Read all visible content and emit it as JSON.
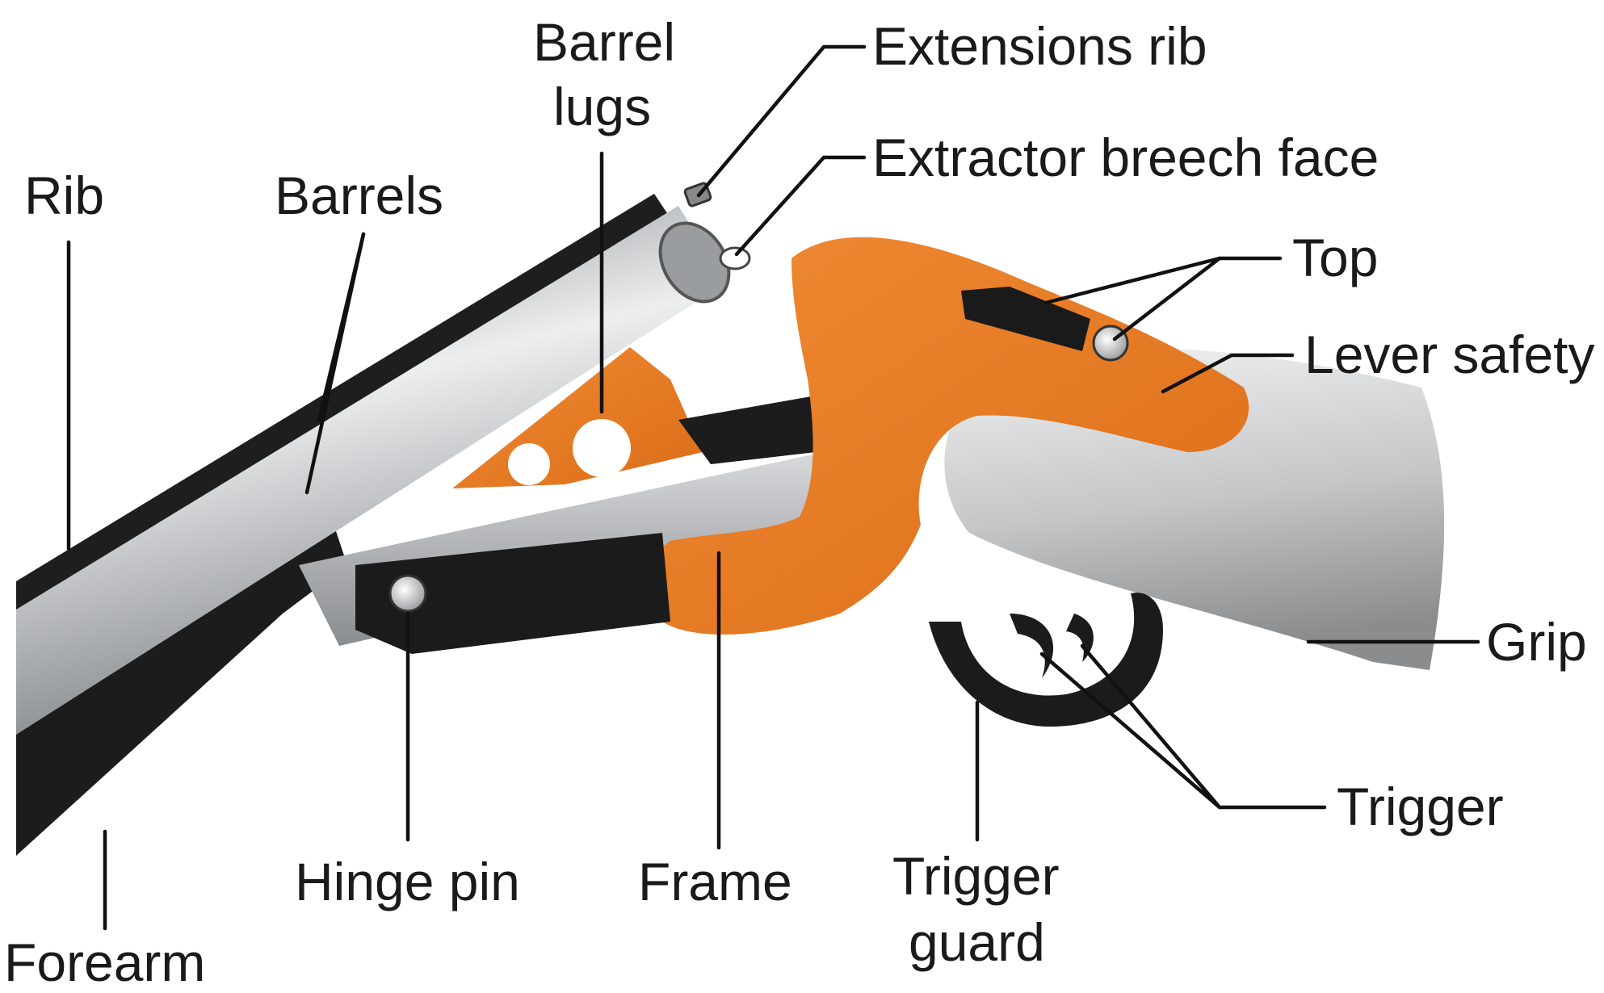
{
  "colors": {
    "frame": "#ea7a23",
    "frame_shadow": "#c35f12",
    "barrel_light": "#e6e8ea",
    "barrel_dark": "#7f8387",
    "black_part": "#1b1b1b",
    "stock_light": "#eeeeee",
    "stock_dark": "#8d8f91",
    "leader": "#111111"
  },
  "labels": {
    "rib": "Rib",
    "barrels": "Barrels",
    "barrel_lugs_line1": "Barrel",
    "barrel_lugs_line2": "lugs",
    "extensions_rib": "Extensions rib",
    "extractor_breech_face": "Extractor breech face",
    "top": "Top",
    "lever_safety": "Lever safety",
    "grip": "Grip",
    "trigger": "Trigger",
    "trigger_guard_line1": "Trigger",
    "trigger_guard_line2": "guard",
    "frame": "Frame",
    "hinge_pin": "Hinge pin",
    "forearm": "Forearm"
  }
}
